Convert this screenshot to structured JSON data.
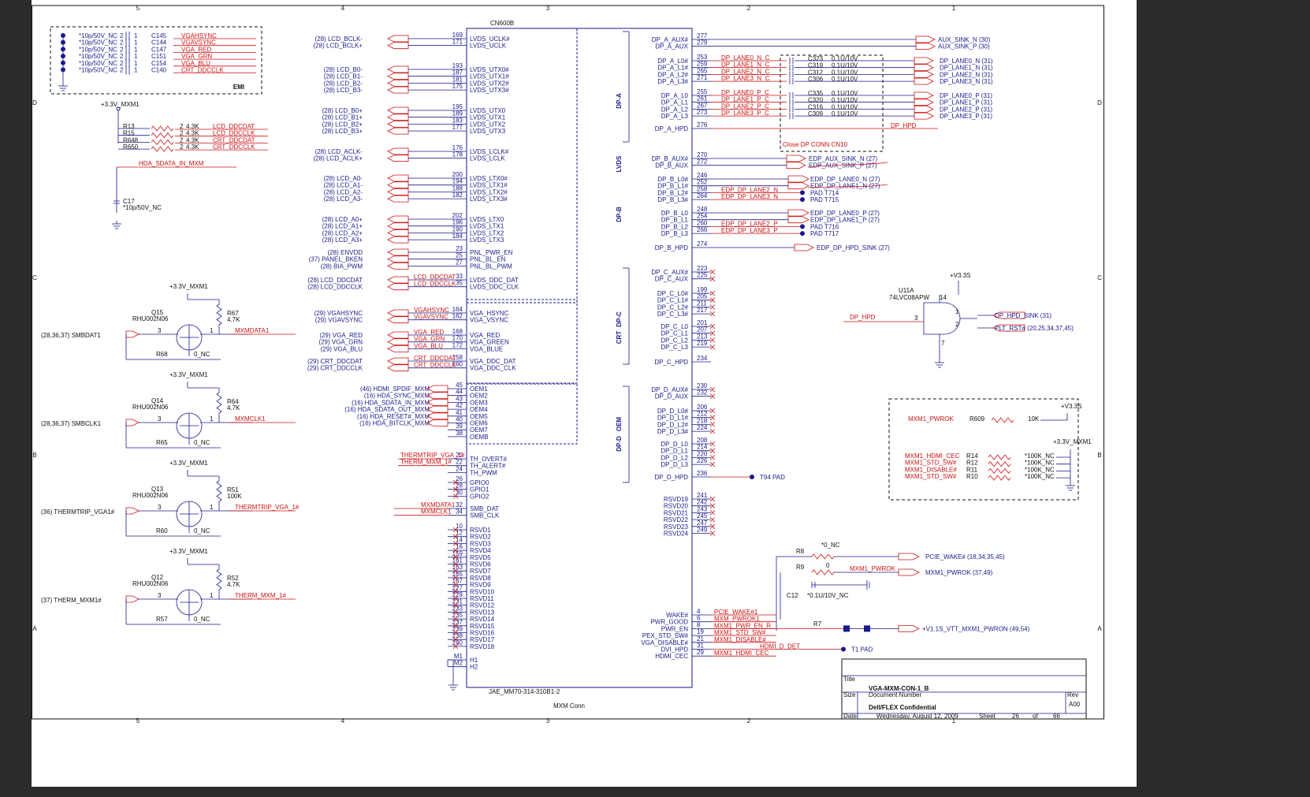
{
  "connector": {
    "ref": "CN600B",
    "part": "JAE_MM70-314-310B1-2",
    "caption": "MXM Conn",
    "left_pins": [
      [
        "169",
        "LVDS_UCLK#"
      ],
      [
        "171",
        "LVDS_UCLK"
      ],
      [
        "193",
        "LVDS_UTX0#"
      ],
      [
        "187",
        "LVDS_UTX1#"
      ],
      [
        "181",
        "LVDS_UTX2#"
      ],
      [
        "175",
        "LVDS_UTX3#"
      ],
      [
        "195",
        "LVDS_UTX0"
      ],
      [
        "189",
        "LVDS_UTX1"
      ],
      [
        "183",
        "LVDS_UTX2"
      ],
      [
        "177",
        "LVDS_UTX3"
      ],
      [
        "176",
        "LVDS_LCLK#"
      ],
      [
        "178",
        "LVDS_LCLK"
      ],
      [
        "200",
        "LVDS_LTX0#"
      ],
      [
        "194",
        "LVDS_LTX1#"
      ],
      [
        "188",
        "LVDS_LTX2#"
      ],
      [
        "182",
        "LVDS_LTX3#"
      ],
      [
        "202",
        "LVDS_LTX0"
      ],
      [
        "196",
        "LVDS_LTX1"
      ],
      [
        "190",
        "LVDS_LTX2"
      ],
      [
        "184",
        "LVDS_LTX3"
      ],
      [
        "23",
        "PNL_PWR_EN"
      ],
      [
        "25",
        "PNL_BL_EN"
      ],
      [
        "27",
        "PNL_BL_PWM"
      ],
      [
        "33",
        "LVDS_DDC_DAT"
      ],
      [
        "35",
        "LVDS_DDC_CLK"
      ],
      [
        "164",
        "VGA_HSYNC"
      ],
      [
        "162",
        "VGA_VSYNC"
      ],
      [
        "168",
        "VGA_RED"
      ],
      [
        "170",
        "VGA_GREEN"
      ],
      [
        "172",
        "VGA_BLUE"
      ],
      [
        "158",
        "VGA_DDC_DAT"
      ],
      [
        "160",
        "VGA_DDC_CLK"
      ],
      [
        "45",
        "OEM1"
      ],
      [
        "44",
        "OEM2"
      ],
      [
        "43",
        "OEM3"
      ],
      [
        "42",
        "OEM4"
      ],
      [
        "41",
        "OEM5"
      ],
      [
        "40",
        "OEM6"
      ],
      [
        "39",
        "OEM7"
      ],
      [
        "38",
        "OEMB"
      ],
      [
        "20",
        "TH_OVERT#"
      ],
      [
        "22",
        "TH_ALERT#"
      ],
      [
        "24",
        "TH_PWM"
      ],
      [
        "26",
        "GPIO0"
      ],
      [
        "28",
        "GPIO1"
      ],
      [
        "30",
        "GPIO2"
      ],
      [
        "32",
        "SMB_DAT"
      ],
      [
        "34",
        "SMB_CLK"
      ],
      [
        "10",
        "RSVD1"
      ],
      [
        "12",
        "RSVD2"
      ],
      [
        "14",
        "RSVD3"
      ],
      [
        "16",
        "RSVD4"
      ],
      [
        "159",
        "RSVD5"
      ],
      [
        "161",
        "RSVD6"
      ],
      [
        "163",
        "RSVD7"
      ],
      [
        "165",
        "RSVD8"
      ],
      [
        "167",
        "RSVD9"
      ],
      [
        "227",
        "RSVD10"
      ],
      [
        "229",
        "RSVD11"
      ],
      [
        "231",
        "RSVD12"
      ],
      [
        "233",
        "RSVD13"
      ],
      [
        "235",
        "RSVD14"
      ],
      [
        "237",
        "RSVD15"
      ],
      [
        "239",
        "RSVD16"
      ],
      [
        "238",
        "RSVD17"
      ],
      [
        "240",
        "RSVD18"
      ],
      [
        "M1",
        "H1"
      ],
      [
        "M2",
        "H2"
      ]
    ],
    "right_pins": [
      [
        "277",
        "DP_A_AUX#"
      ],
      [
        "279",
        "DP_A_AUX"
      ],
      [
        "253",
        "DP_A_L0#"
      ],
      [
        "259",
        "DP_A_L1#"
      ],
      [
        "265",
        "DP_A_L2#"
      ],
      [
        "271",
        "DP_A_L3#"
      ],
      [
        "255",
        "DP_A_L0"
      ],
      [
        "261",
        "DP_A_L1"
      ],
      [
        "267",
        "DP_A_L2"
      ],
      [
        "273",
        "DP_A_L3"
      ],
      [
        "276",
        "DP_A_HPD"
      ],
      [
        "270",
        "DP_B_AUX#"
      ],
      [
        "272",
        "DP_B_AUX"
      ],
      [
        "246",
        "DP_B_L0#"
      ],
      [
        "252",
        "DP_B_L1#"
      ],
      [
        "258",
        "DP_B_L2#"
      ],
      [
        "264",
        "DP_B_L3#"
      ],
      [
        "248",
        "DP_B_L0"
      ],
      [
        "254",
        "DP_B_L1"
      ],
      [
        "260",
        "DP_B_L2"
      ],
      [
        "266",
        "DP_B_L3"
      ],
      [
        "274",
        "DP_B_HPD"
      ],
      [
        "223",
        "DP_C_AUX#"
      ],
      [
        "225",
        "DP_C_AUX"
      ],
      [
        "199",
        "DP_C_L0#"
      ],
      [
        "205",
        "DP_C_L1#"
      ],
      [
        "211",
        "DP_C_L2#"
      ],
      [
        "217",
        "DP_C_L3#"
      ],
      [
        "201",
        "DP_C_L0"
      ],
      [
        "207",
        "DP_C_L1"
      ],
      [
        "213",
        "DP_C_L2"
      ],
      [
        "219",
        "DP_C_L3"
      ],
      [
        "234",
        "DP_C_HPD"
      ],
      [
        "230",
        "DP_D_AUX#"
      ],
      [
        "232",
        "DP_D_AUX"
      ],
      [
        "206",
        "DP_D_L0#"
      ],
      [
        "212",
        "DP_D_L1#"
      ],
      [
        "218",
        "DP_D_L2#"
      ],
      [
        "224",
        "DP_D_L3#"
      ],
      [
        "208",
        "DP_D_L0"
      ],
      [
        "214",
        "DP_D_L1"
      ],
      [
        "220",
        "DP_D_L2"
      ],
      [
        "226",
        "DP_D_L3"
      ],
      [
        "236",
        "DP_D_HPD"
      ],
      [
        "241",
        "RSVD19"
      ],
      [
        "242",
        "RSVD20"
      ],
      [
        "243",
        "RSVD21"
      ],
      [
        "245",
        "RSVD22"
      ],
      [
        "247",
        "RSVD23"
      ],
      [
        "249",
        "RSVD24"
      ],
      [
        "4",
        "WAKE#"
      ],
      [
        "6",
        "PWR_GOOD"
      ],
      [
        "8",
        "PWR_EN"
      ],
      [
        "19",
        "PEX_STD_SW#"
      ],
      [
        "21",
        "VGA_DISABLE#"
      ],
      [
        "31",
        "DVI_HPD"
      ],
      [
        "29",
        "HDMI_CEC"
      ]
    ],
    "sections_right": [
      "DP-A",
      "LVDS",
      "DP-B",
      "DP-C",
      "CRT",
      "DP-D",
      "OEM"
    ]
  },
  "left_signals": [
    "(28) LCD_BCLK-",
    "(28) LCD_BCLK+",
    "(28) LCD_B0-",
    "(28) LCD_B1-",
    "(28) LCD_B2-",
    "(28) LCD_B3-",
    "(28) LCD_B0+",
    "(28) LCD_B1+",
    "(28) LCD_B2+",
    "(28) LCD_B3+",
    "(28) LCD_ACLK-",
    "(28) LCD_ACLK+",
    "(28) LCD_A0-",
    "(28) LCD_A1-",
    "(28) LCD_A2-",
    "(28) LCD_A3-",
    "(28) LCD_A0+",
    "(28) LCD_A1+",
    "(28) LCD_A2+",
    "(28) LCD_A3+",
    "(28) ENVDD",
    "(37) PANEL_BKEN",
    "(28) BIA_PWM",
    "(28) LCD_DDCDAT",
    "(28) LCD_DDCCLK",
    "(29) VGAHSYNC",
    "(29) VGAVSYNC",
    "(29) VGA_RED",
    "(29) VGA_GRN",
    "(29) VGA_BLU",
    "(29) CRT_DDCDAT",
    "(29) CRT_DDCCLK",
    "(46) HDMI_SPDIF_MXM",
    "(16) HDA_SYNC_MXM",
    "(16) HDA_SDATA_IN_MXM",
    "(16) HDA_SDATA_OUT_MXM",
    "(16) HDA_RESET#_MXM",
    "(16) HDA_BITCLK_MXM"
  ],
  "left_net_labels": [
    "LCD_DDCDAT",
    "LCD_DDCCLK",
    "VGAHSYNC",
    "VGAVSYNC",
    "VGA_RED",
    "VGA_GRN",
    "VGA_BLU",
    "CRT_DDCDAT",
    "CRT_DDCCLK",
    "THERMTRIP_VGA_1#",
    "THERM_MXM_1#",
    "MXMDATA1",
    "MXMCLK1"
  ],
  "emi_caps": {
    "title": "EMI",
    "rows": [
      [
        "*10p/50V_NC",
        "C145",
        "VGAHSYNC"
      ],
      [
        "*10p/50V_NC",
        "C144",
        "VGAVSYNC"
      ],
      [
        "*10p/50V_NC",
        "C147",
        "VGA_RED"
      ],
      [
        "*10p/50V_NC",
        "C151",
        "VGA_GRN"
      ],
      [
        "*10p/50V_NC",
        "C154",
        "VGA_BLU"
      ],
      [
        "*10p/50V_NC",
        "C140",
        "CRT_DDCCLK"
      ]
    ]
  },
  "pullups": {
    "rail": "+3.3V_MXM1",
    "rows": [
      [
        "R13",
        "4.3K",
        "LCD_DDCDAT"
      ],
      [
        "R15",
        "4.3K",
        "LCD_DDCCLK"
      ],
      [
        "R648",
        "4.3K",
        "CRT_DDCDAT"
      ],
      [
        "R650",
        "4.3K",
        "CRT_DDCCLK"
      ]
    ]
  },
  "hda_cap": {
    "net": "HDA_SDATA_IN_MXM",
    "ref": "C17",
    "value": "*10p/50V_NC"
  },
  "fets": [
    {
      "rail": "+3.3V_MXM1",
      "ref": "Q15",
      "part": "RHU002N06",
      "rpull": "R67",
      "rval": "4.7K",
      "rnc": "R68",
      "ncval": "0_NC",
      "left": "(28,36,37)  SMBDAT1",
      "right": "MXMDATA1"
    },
    {
      "rail": "+3.3V_MXM1",
      "ref": "Q14",
      "part": "RHU002N06",
      "rpull": "R64",
      "rval": "4.7K",
      "rnc": "R65",
      "ncval": "0_NC",
      "left": "(28,36,37)  SMBCLK1",
      "right": "MXMCLK1"
    },
    {
      "rail": "+3.3V_MXM1",
      "ref": "Q13",
      "part": "RHU002N06",
      "rpull": "R51",
      "rval": "100K",
      "rnc": "R60",
      "ncval": "0_NC",
      "left": "(36)  THERMTRIP_VGA1#",
      "right": "THERMTRIP_VGA_1#"
    },
    {
      "rail": "+3.3V_MXM1",
      "ref": "Q12",
      "part": "RHU002N06",
      "rpull": "R52",
      "rval": "4.7K",
      "rnc": "R57",
      "ncval": "0_NC",
      "left": "(37)  THERM_MXM1#",
      "right": "THERM_MXM_1#"
    }
  ],
  "dp_a": {
    "aux": [
      "AUX_SINK_N  (30)",
      "AUX_SINK_P  (30)"
    ],
    "n_nets": [
      "DP_LANE0_N_C",
      "DP_LANE1_N_C",
      "DP_LANE2_N_C",
      "DP_LANE3_N_C"
    ],
    "p_nets": [
      "DP_LANE0_P_C",
      "DP_LANE1_P_C",
      "DP_LANE2_P_C",
      "DP_LANE3_P_C"
    ],
    "n_caps": [
      [
        "C323",
        "0.1U/10V"
      ],
      [
        "C319",
        "0.1U/10V"
      ],
      [
        "C312",
        "0.1U/10V"
      ],
      [
        "C306",
        "0.1U/10V"
      ]
    ],
    "p_caps": [
      [
        "C335",
        "0.1U/10V"
      ],
      [
        "C320",
        "0.1U/10V"
      ],
      [
        "C316",
        "0.1U/10V"
      ],
      [
        "C309",
        "0.1U/10V"
      ]
    ],
    "n_out": [
      "DP_LANE0_N  (31)",
      "DP_LANE1_N  (31)",
      "DP_LANE2_N  (31)",
      "DP_LANE3_N  (31)"
    ],
    "p_out": [
      "DP_LANE0_P  (31)",
      "DP_LANE1_P  (31)",
      "DP_LANE2_P  (31)",
      "DP_LANE3_P  (31)"
    ],
    "hpd": "DP_HPD",
    "note": "Close DP CONN CN10"
  },
  "dp_b": {
    "aux": [
      "EDP_AUX_SINK_N  (27)",
      "EDP_AUX_SINK_P  (27)"
    ],
    "lanes_n": [
      "EDP_DP_LANE0_N  (27)",
      "EDP_DP_LANE1_N  (27)"
    ],
    "lanes_p": [
      "EDP_DP_LANE0_P  (27)",
      "EDP_DP_LANE1_P  (27)"
    ],
    "nets": [
      "EDP_DP_LANE2_N",
      "EDP_DP_LANE3_N",
      "EDP_DP_LANE2_P",
      "EDP_DP_LANE3_P"
    ],
    "pads": [
      "PAD  T714",
      "PAD  T715",
      "PAD  T716",
      "PAD  T717"
    ],
    "hpd": "EDP_DP_HPD_SINK  (27)"
  },
  "and_gate": {
    "rail": "+V3.3S",
    "ref": "U11A",
    "part": "74LVC08APW",
    "in_net": "DP_HPD",
    "out1": "DP_HPD_SINK  (31)",
    "out2": "PLT_RST#  (20,25,34,37,45)"
  },
  "pwrok_box": {
    "rail1": "+V3.3S",
    "rail2": "+3.3V_MXM1",
    "r609": [
      "MXM1_PWROK",
      "R609",
      "10K"
    ],
    "rows": [
      [
        "MXM1_HDMI_CEC",
        "R14",
        "*100K_NC"
      ],
      [
        "MXM1_STD_SW#",
        "R12",
        "*100K_NC"
      ],
      [
        "MXM1_DISABLE#",
        "R11",
        "*100K_NC"
      ],
      [
        "MXM1_STD_SW#",
        "R10",
        "*100K_NC"
      ]
    ]
  },
  "dp_d_pad": "T94    PAD",
  "bottom_right": {
    "r8": [
      "R8",
      "*0_NC",
      "PCIE_WAKE#  (18,34,35,45)"
    ],
    "r9": [
      "R9",
      "0",
      "MXM1_PWROK",
      "MXM1_PWROK  (37,49)"
    ],
    "c12": [
      "C12",
      "*0.1U/10V_NC"
    ],
    "r7": [
      "R7",
      "+V1.1S_VTT_MXM1_PWRON  (49,54)"
    ],
    "t1": "T1         PAD",
    "nets": [
      "PCIE_WAKE#1",
      "MXM_PWROK1",
      "MXM1_PWR_EN_R",
      "MXM1_STD_SW#",
      "MXM1_DISABLE#",
      "HDMI_D_DET",
      "MXM1_HDMI_CEC"
    ]
  },
  "title_block": {
    "title_label": "Title",
    "title": "VGA-MXM-CON-1_B",
    "size_label": "Size",
    "docnum_label": "Document Number",
    "docnum": "Dell/FLEX Confidential",
    "rev_label": "Rev",
    "rev": "A00",
    "date_label": "Date:",
    "date": "Wednesday, August 12, 2009",
    "sheet_label": "Sheet",
    "sheet": "26",
    "of_label": "of",
    "total": "66"
  },
  "border_marks": {
    "cols": [
      "5",
      "4",
      "3",
      "2",
      "1"
    ],
    "rows": [
      "D",
      "C",
      "B",
      "A"
    ]
  },
  "colors": {
    "wire": "#1a1a8c",
    "net": "#cc1111",
    "bg": "#2b2b2b",
    "sheet": "#ffffff"
  }
}
